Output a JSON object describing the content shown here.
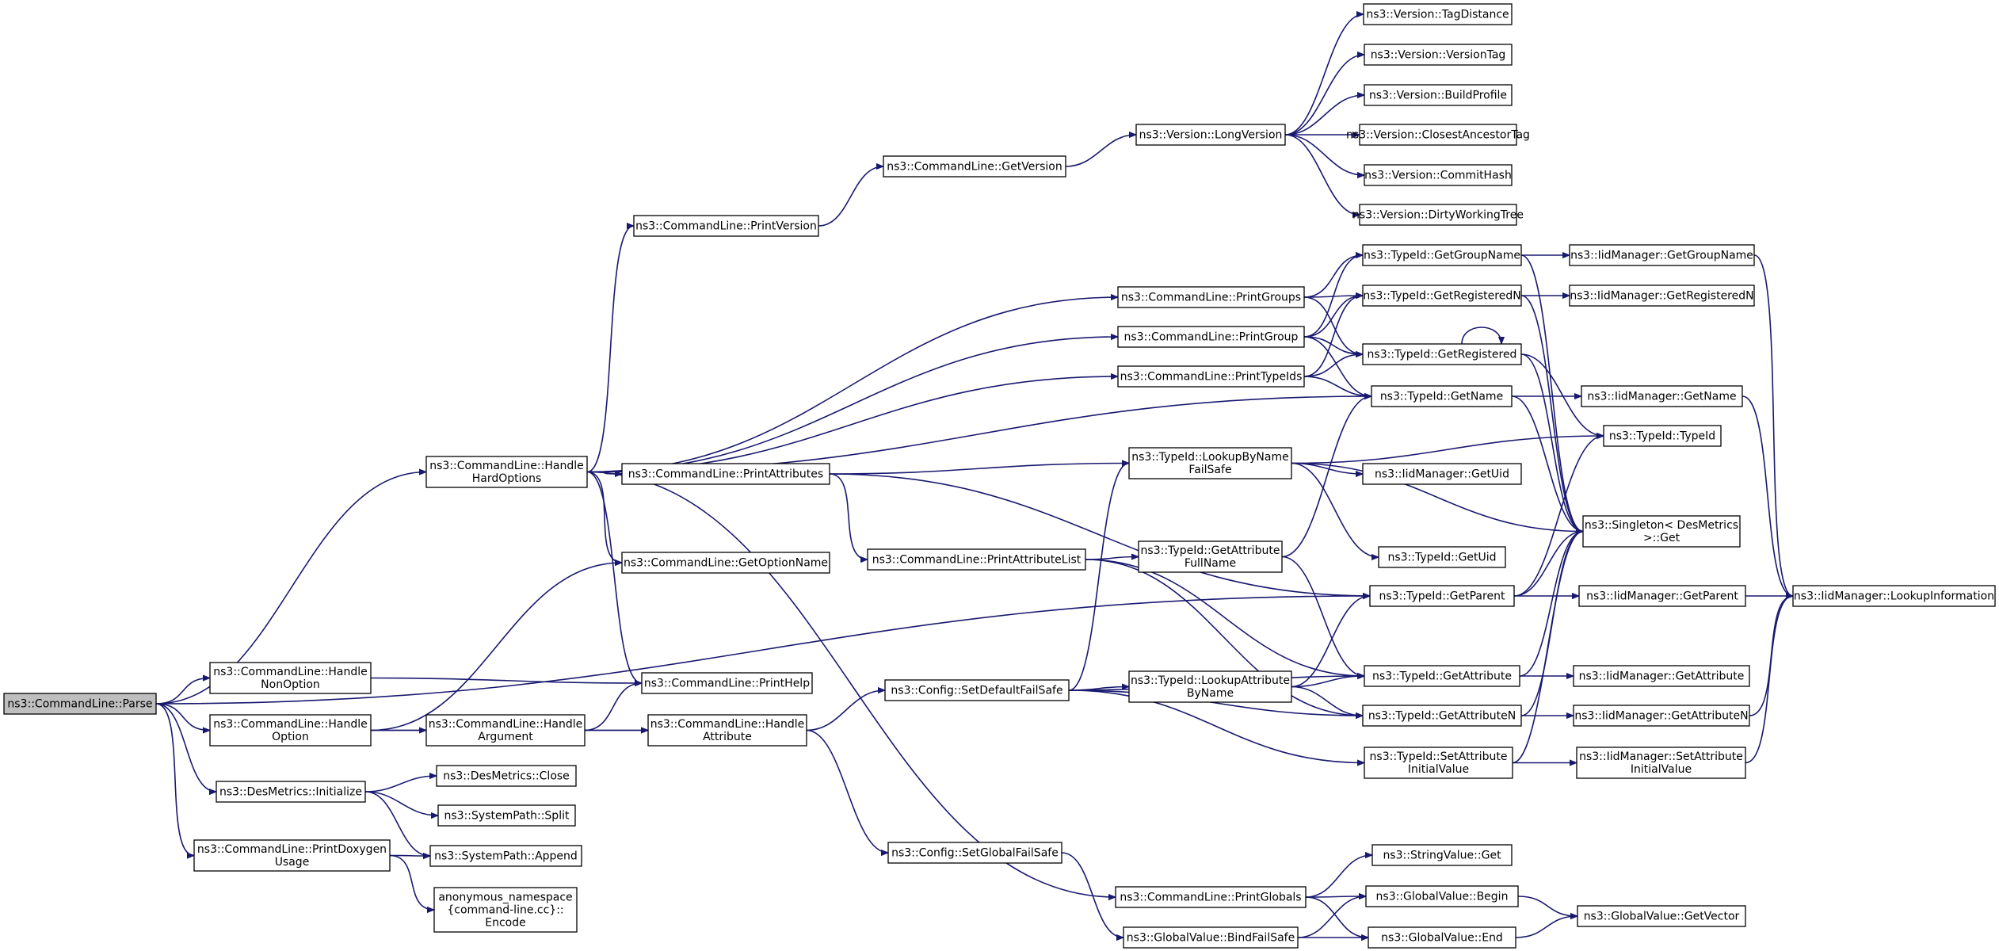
{
  "nodes": [
    {
      "id": "parse",
      "lines": [
        "ns3::CommandLine::Parse"
      ],
      "root": true
    },
    {
      "id": "handleHard",
      "lines": [
        "ns3::CommandLine::Handle",
        "HardOptions"
      ]
    },
    {
      "id": "handleNon",
      "lines": [
        "ns3::CommandLine::Handle",
        "NonOption"
      ]
    },
    {
      "id": "handleOpt",
      "lines": [
        "ns3::CommandLine::Handle",
        "Option"
      ]
    },
    {
      "id": "desInit",
      "lines": [
        "ns3::DesMetrics::Initialize"
      ]
    },
    {
      "id": "printDoxy",
      "lines": [
        "ns3::CommandLine::PrintDoxygen",
        "Usage"
      ]
    },
    {
      "id": "printVersion",
      "lines": [
        "ns3::CommandLine::PrintVersion"
      ]
    },
    {
      "id": "printAttrs",
      "lines": [
        "ns3::CommandLine::PrintAttributes"
      ]
    },
    {
      "id": "getOptName",
      "lines": [
        "ns3::CommandLine::GetOptionName"
      ]
    },
    {
      "id": "printHelp",
      "lines": [
        "ns3::CommandLine::PrintHelp"
      ]
    },
    {
      "id": "handleArg",
      "lines": [
        "ns3::CommandLine::Handle",
        "Argument"
      ]
    },
    {
      "id": "handleAttr",
      "lines": [
        "ns3::CommandLine::Handle",
        "Attribute"
      ]
    },
    {
      "id": "desClose",
      "lines": [
        "ns3::DesMetrics::Close"
      ]
    },
    {
      "id": "spSplit",
      "lines": [
        "ns3::SystemPath::Split"
      ]
    },
    {
      "id": "spAppend",
      "lines": [
        "ns3::SystemPath::Append"
      ]
    },
    {
      "id": "anonEncode",
      "lines": [
        "anonymous_namespace",
        "{command-line.cc}::",
        "Encode"
      ]
    },
    {
      "id": "getVersion",
      "lines": [
        "ns3::CommandLine::GetVersion"
      ]
    },
    {
      "id": "printGroups",
      "lines": [
        "ns3::CommandLine::PrintGroups"
      ]
    },
    {
      "id": "printGroup",
      "lines": [
        "ns3::CommandLine::PrintGroup"
      ]
    },
    {
      "id": "printTypeIds",
      "lines": [
        "ns3::CommandLine::PrintTypeIds"
      ]
    },
    {
      "id": "printAttrList",
      "lines": [
        "ns3::CommandLine::PrintAttributeList"
      ]
    },
    {
      "id": "setDefaultFS",
      "lines": [
        "ns3::Config::SetDefaultFailSafe"
      ]
    },
    {
      "id": "setGlobalFS",
      "lines": [
        "ns3::Config::SetGlobalFailSafe"
      ]
    },
    {
      "id": "printGlobals",
      "lines": [
        "ns3::CommandLine::PrintGlobals"
      ]
    },
    {
      "id": "gvBindFS",
      "lines": [
        "ns3::GlobalValue::BindFailSafe"
      ]
    },
    {
      "id": "longVersion",
      "lines": [
        "ns3::Version::LongVersion"
      ]
    },
    {
      "id": "lookupByNameFS",
      "lines": [
        "ns3::TypeId::LookupByName",
        "FailSafe"
      ]
    },
    {
      "id": "getAttrFullName",
      "lines": [
        "ns3::TypeId::GetAttribute",
        "FullName"
      ]
    },
    {
      "id": "lookupAttrByName",
      "lines": [
        "ns3::TypeId::LookupAttribute",
        "ByName"
      ]
    },
    {
      "id": "vTagDist",
      "lines": [
        "ns3::Version::TagDistance"
      ]
    },
    {
      "id": "vVersionTag",
      "lines": [
        "ns3::Version::VersionTag"
      ]
    },
    {
      "id": "vBuildProfile",
      "lines": [
        "ns3::Version::BuildProfile"
      ]
    },
    {
      "id": "vClosest",
      "lines": [
        "ns3::Version::ClosestAncestorTag"
      ]
    },
    {
      "id": "vCommitHash",
      "lines": [
        "ns3::Version::CommitHash"
      ]
    },
    {
      "id": "vDirty",
      "lines": [
        "ns3::Version::DirtyWorkingTree"
      ]
    },
    {
      "id": "tGetGroupName",
      "lines": [
        "ns3::TypeId::GetGroupName"
      ]
    },
    {
      "id": "tGetRegisteredN",
      "lines": [
        "ns3::TypeId::GetRegisteredN"
      ]
    },
    {
      "id": "tGetRegistered",
      "lines": [
        "ns3::TypeId::GetRegistered"
      ]
    },
    {
      "id": "tGetName",
      "lines": [
        "ns3::TypeId::GetName"
      ]
    },
    {
      "id": "iGetUid",
      "lines": [
        "ns3::IidManager::GetUid"
      ]
    },
    {
      "id": "tGetUid",
      "lines": [
        "ns3::TypeId::GetUid"
      ]
    },
    {
      "id": "tGetParent",
      "lines": [
        "ns3::TypeId::GetParent"
      ]
    },
    {
      "id": "tGetAttribute",
      "lines": [
        "ns3::TypeId::GetAttribute"
      ]
    },
    {
      "id": "tGetAttributeN",
      "lines": [
        "ns3::TypeId::GetAttributeN"
      ]
    },
    {
      "id": "tSetAttrInit",
      "lines": [
        "ns3::TypeId::SetAttribute",
        "InitialValue"
      ]
    },
    {
      "id": "svGet",
      "lines": [
        "ns3::StringValue::Get"
      ]
    },
    {
      "id": "gvBegin",
      "lines": [
        "ns3::GlobalValue::Begin"
      ]
    },
    {
      "id": "gvEnd",
      "lines": [
        "ns3::GlobalValue::End"
      ]
    },
    {
      "id": "iGetGroupName",
      "lines": [
        "ns3::IidManager::GetGroupName"
      ]
    },
    {
      "id": "iGetRegisteredN",
      "lines": [
        "ns3::IidManager::GetRegisteredN"
      ]
    },
    {
      "id": "iGetName",
      "lines": [
        "ns3::IidManager::GetName"
      ]
    },
    {
      "id": "tTypeId",
      "lines": [
        "ns3::TypeId::TypeId"
      ]
    },
    {
      "id": "singletonGet",
      "lines": [
        "ns3::Singleton< DesMetrics",
        " >::Get"
      ]
    },
    {
      "id": "iGetParent",
      "lines": [
        "ns3::IidManager::GetParent"
      ]
    },
    {
      "id": "iGetAttribute",
      "lines": [
        "ns3::IidManager::GetAttribute"
      ]
    },
    {
      "id": "iGetAttributeN",
      "lines": [
        "ns3::IidManager::GetAttributeN"
      ]
    },
    {
      "id": "iSetAttrInit",
      "lines": [
        "ns3::IidManager::SetAttribute",
        "InitialValue"
      ]
    },
    {
      "id": "gvGetVector",
      "lines": [
        "ns3::GlobalValue::GetVector"
      ]
    },
    {
      "id": "iLookupInfo",
      "lines": [
        "ns3::IidManager::LookupInformation"
      ]
    }
  ],
  "edges": [
    [
      "parse",
      "handleHard"
    ],
    [
      "parse",
      "handleNon"
    ],
    [
      "parse",
      "handleOpt"
    ],
    [
      "parse",
      "desInit"
    ],
    [
      "parse",
      "printDoxy"
    ],
    [
      "parse",
      "tGetParent"
    ],
    [
      "handleHard",
      "printVersion"
    ],
    [
      "handleHard",
      "printGroups"
    ],
    [
      "handleHard",
      "printGroup"
    ],
    [
      "handleHard",
      "printTypeIds"
    ],
    [
      "handleHard",
      "printAttrs"
    ],
    [
      "handleHard",
      "getOptName"
    ],
    [
      "handleHard",
      "printHelp"
    ],
    [
      "handleHard",
      "printGlobals"
    ],
    [
      "handleHard",
      "tGetName"
    ],
    [
      "handleNon",
      "printHelp"
    ],
    [
      "handleOpt",
      "getOptName"
    ],
    [
      "handleOpt",
      "handleArg"
    ],
    [
      "handleOpt",
      "handleAttr"
    ],
    [
      "handleArg",
      "printHelp"
    ],
    [
      "handleArg",
      "handleAttr"
    ],
    [
      "handleAttr",
      "setDefaultFS"
    ],
    [
      "handleAttr",
      "setGlobalFS"
    ],
    [
      "desInit",
      "desClose"
    ],
    [
      "desInit",
      "spSplit"
    ],
    [
      "desInit",
      "spAppend"
    ],
    [
      "printDoxy",
      "spAppend"
    ],
    [
      "printDoxy",
      "anonEncode"
    ],
    [
      "printVersion",
      "getVersion"
    ],
    [
      "getVersion",
      "longVersion"
    ],
    [
      "longVersion",
      "vTagDist"
    ],
    [
      "longVersion",
      "vVersionTag"
    ],
    [
      "longVersion",
      "vBuildProfile"
    ],
    [
      "longVersion",
      "vClosest"
    ],
    [
      "longVersion",
      "vCommitHash"
    ],
    [
      "longVersion",
      "vDirty"
    ],
    [
      "printGroups",
      "tGetGroupName"
    ],
    [
      "printGroups",
      "tGetRegisteredN"
    ],
    [
      "printGroups",
      "tGetRegistered"
    ],
    [
      "printGroup",
      "tGetGroupName"
    ],
    [
      "printGroup",
      "tGetRegisteredN"
    ],
    [
      "printGroup",
      "tGetRegistered"
    ],
    [
      "printGroup",
      "tGetName"
    ],
    [
      "printTypeIds",
      "tGetRegisteredN"
    ],
    [
      "printTypeIds",
      "tGetRegistered"
    ],
    [
      "printTypeIds",
      "tGetName"
    ],
    [
      "printAttrs",
      "lookupByNameFS"
    ],
    [
      "printAttrs",
      "printAttrList"
    ],
    [
      "printAttrs",
      "tGetParent"
    ],
    [
      "printAttrList",
      "getAttrFullName"
    ],
    [
      "printAttrList",
      "tGetAttribute"
    ],
    [
      "printAttrList",
      "tGetAttributeN"
    ],
    [
      "setDefaultFS",
      "lookupByNameFS"
    ],
    [
      "setDefaultFS",
      "lookupAttrByName"
    ],
    [
      "setDefaultFS",
      "tGetAttribute"
    ],
    [
      "setDefaultFS",
      "tGetAttributeN"
    ],
    [
      "setDefaultFS",
      "tSetAttrInit"
    ],
    [
      "setGlobalFS",
      "gvBindFS"
    ],
    [
      "printGlobals",
      "svGet"
    ],
    [
      "printGlobals",
      "gvBegin"
    ],
    [
      "printGlobals",
      "gvEnd"
    ],
    [
      "gvBindFS",
      "gvBegin"
    ],
    [
      "gvBindFS",
      "gvEnd"
    ],
    [
      "lookupByNameFS",
      "tTypeId"
    ],
    [
      "lookupByNameFS",
      "iGetUid"
    ],
    [
      "lookupByNameFS",
      "tGetUid"
    ],
    [
      "lookupByNameFS",
      "singletonGet"
    ],
    [
      "getAttrFullName",
      "tGetName"
    ],
    [
      "getAttrFullName",
      "tGetAttribute"
    ],
    [
      "lookupAttrByName",
      "tGetParent"
    ],
    [
      "lookupAttrByName",
      "tGetAttribute"
    ],
    [
      "lookupAttrByName",
      "tGetAttributeN"
    ],
    [
      "tGetGroupName",
      "iGetGroupName"
    ],
    [
      "tGetGroupName",
      "singletonGet"
    ],
    [
      "tGetRegisteredN",
      "iGetRegisteredN"
    ],
    [
      "tGetRegisteredN",
      "singletonGet"
    ],
    [
      "tGetRegistered",
      "tGetRegistered"
    ],
    [
      "tGetRegistered",
      "tTypeId"
    ],
    [
      "tGetRegistered",
      "singletonGet"
    ],
    [
      "tGetName",
      "iGetName"
    ],
    [
      "tGetName",
      "singletonGet"
    ],
    [
      "tGetParent",
      "iGetParent"
    ],
    [
      "tGetParent",
      "tTypeId"
    ],
    [
      "tGetParent",
      "singletonGet"
    ],
    [
      "tGetAttribute",
      "iGetAttribute"
    ],
    [
      "tGetAttribute",
      "singletonGet"
    ],
    [
      "tGetAttributeN",
      "iGetAttributeN"
    ],
    [
      "tGetAttributeN",
      "singletonGet"
    ],
    [
      "tSetAttrInit",
      "iSetAttrInit"
    ],
    [
      "tSetAttrInit",
      "singletonGet"
    ],
    [
      "gvBegin",
      "gvGetVector"
    ],
    [
      "gvEnd",
      "gvGetVector"
    ],
    [
      "iGetGroupName",
      "iLookupInfo"
    ],
    [
      "iGetName",
      "iLookupInfo"
    ],
    [
      "iGetParent",
      "iLookupInfo"
    ],
    [
      "iGetAttributeN",
      "iLookupInfo"
    ],
    [
      "iSetAttrInit",
      "iLookupInfo"
    ]
  ]
}
